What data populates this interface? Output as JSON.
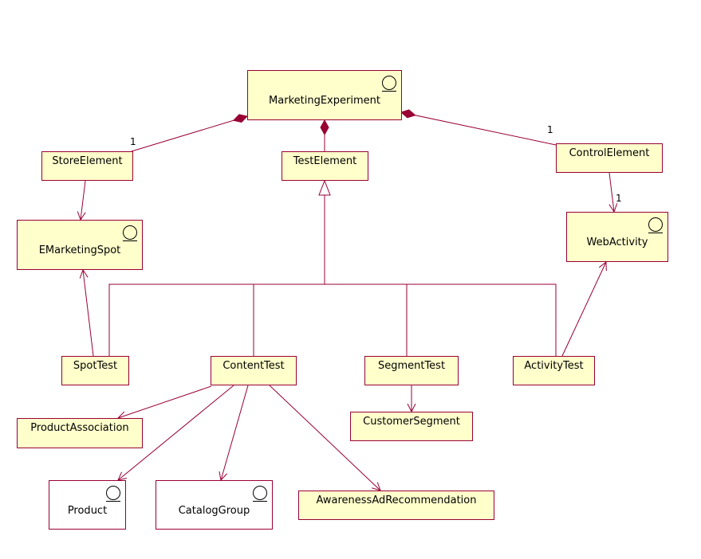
{
  "classes": {
    "marketing_experiment": "MarketingExperiment",
    "store_element": "StoreElement",
    "test_element": "TestElement",
    "control_element": "ControlElement",
    "emarketing_spot": "EMarketingSpot",
    "web_activity": "WebActivity",
    "spot_test": "SpotTest",
    "content_test": "ContentTest",
    "segment_test": "SegmentTest",
    "activity_test": "ActivityTest",
    "product_association": "ProductAssociation",
    "customer_segment": "CustomerSegment",
    "product": "Product",
    "catalog_group": "CatalogGroup",
    "awareness_ad_recommendation": "AwarenessAdRecommendation"
  },
  "multiplicities": {
    "store_element": "1",
    "control_element": "1",
    "web_activity": "1"
  },
  "colors": {
    "line": "#990033",
    "box_fill": "#ffffcc"
  }
}
